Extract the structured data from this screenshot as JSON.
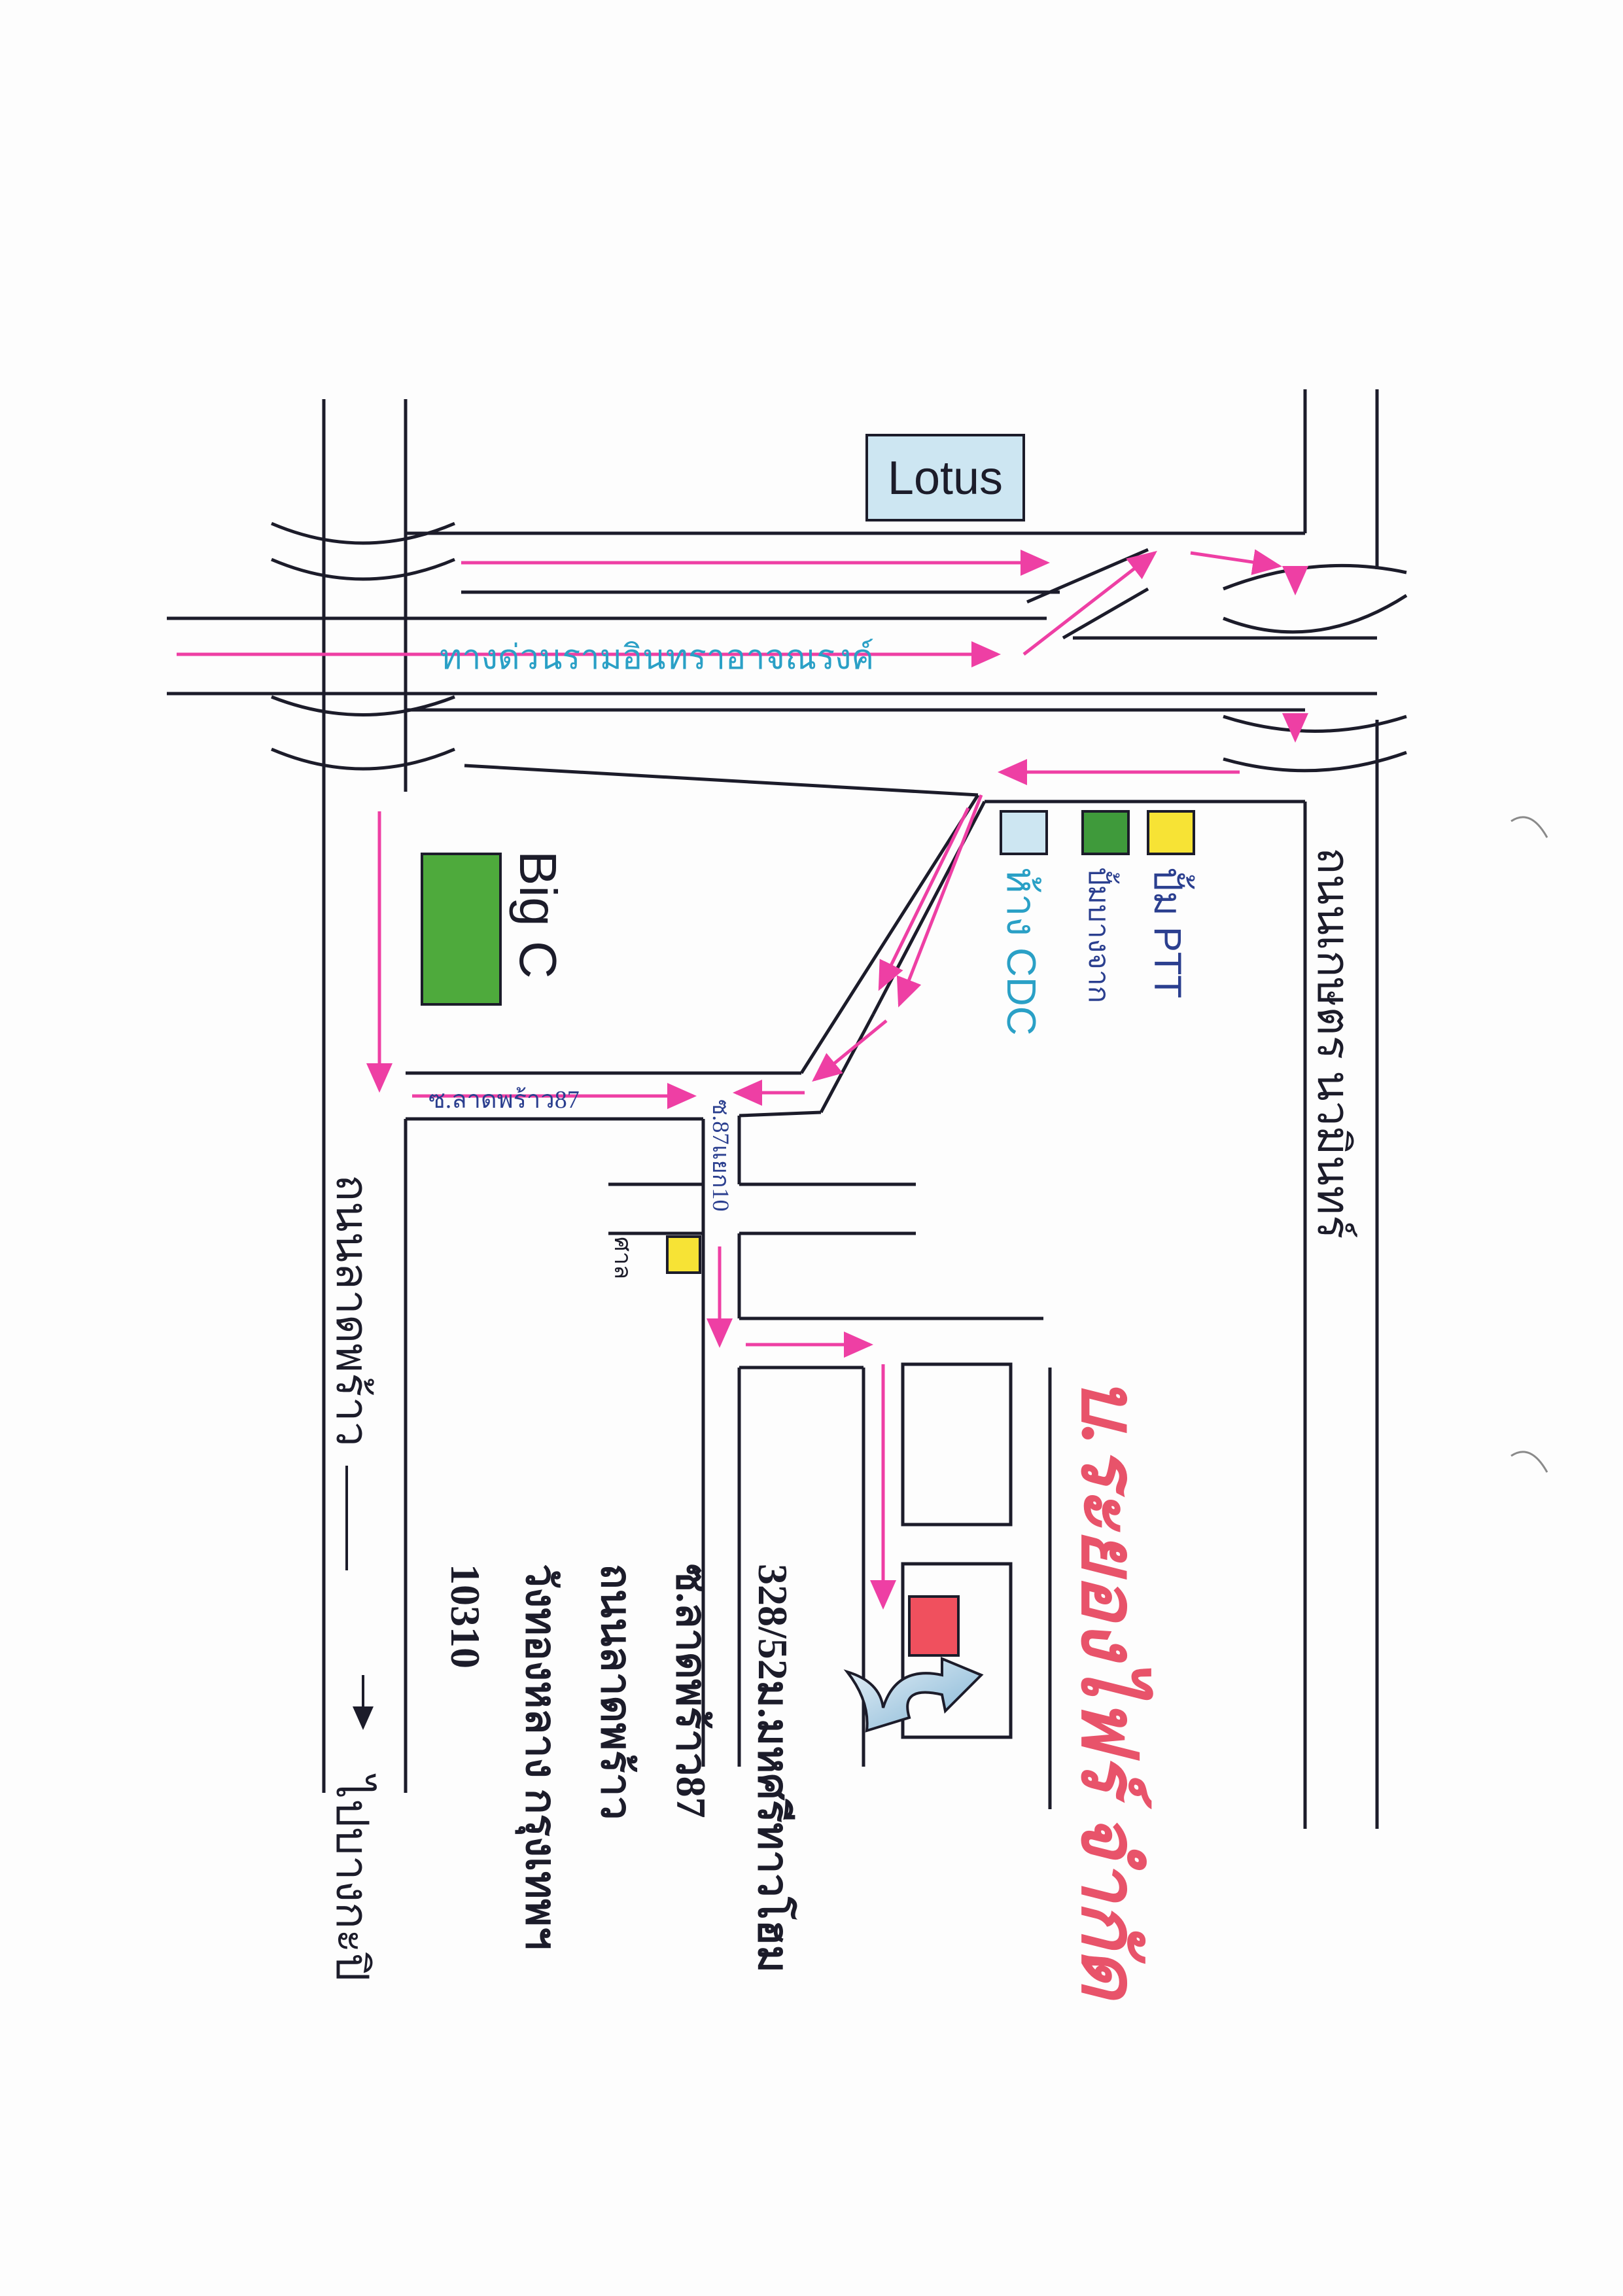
{
  "map": {
    "expressway": "ทางด่วนรามอินทราอาจณรงค์",
    "landmarks": {
      "lotus": "Lotus",
      "big_c": "Big C",
      "ptt": "ปั้ม PTT",
      "bangchak": "ปั้มบางจาก",
      "cdc": "ห้าง CDC",
      "sala": "ศาล"
    },
    "roads": {
      "kaset_nawamin": "ถนนเกษตร นวมินทร์",
      "lat_phrao_road": "ถนนลาดพร้าว",
      "lat_phrao_bottom": "ไปบางกะปิ",
      "soi_lat_phrao_87": "ซ.ลาดพร้าว87",
      "soi_87_yaek_10": "ซ.87แยก10"
    },
    "company": {
      "name": "บ.ระยองไฟร์ จำกัด",
      "address_lines": [
        "328/52ม.มหศรีทาวโฮม",
        "ซ.ลาดพร้าว87",
        "ถนนลาดพร้าว",
        "วังทองหลาง กรุงเทพฯ",
        "10310"
      ]
    },
    "colors": {
      "route": "#ee3fa4",
      "road": "#1c1c2a",
      "lotus_fill": "#cde6f2",
      "big_c_fill": "#4eaa3c",
      "ptt_fill": "#f7e335",
      "bangchak_fill": "#3f9a3b",
      "cdc_fill": "#cde6f2",
      "sala_fill": "#f7e335",
      "destination_fill": "#f0505e",
      "company_text": "#e8536a",
      "expressway_text": "#2aa0c6",
      "label_blue": "#2b3f8f"
    }
  }
}
